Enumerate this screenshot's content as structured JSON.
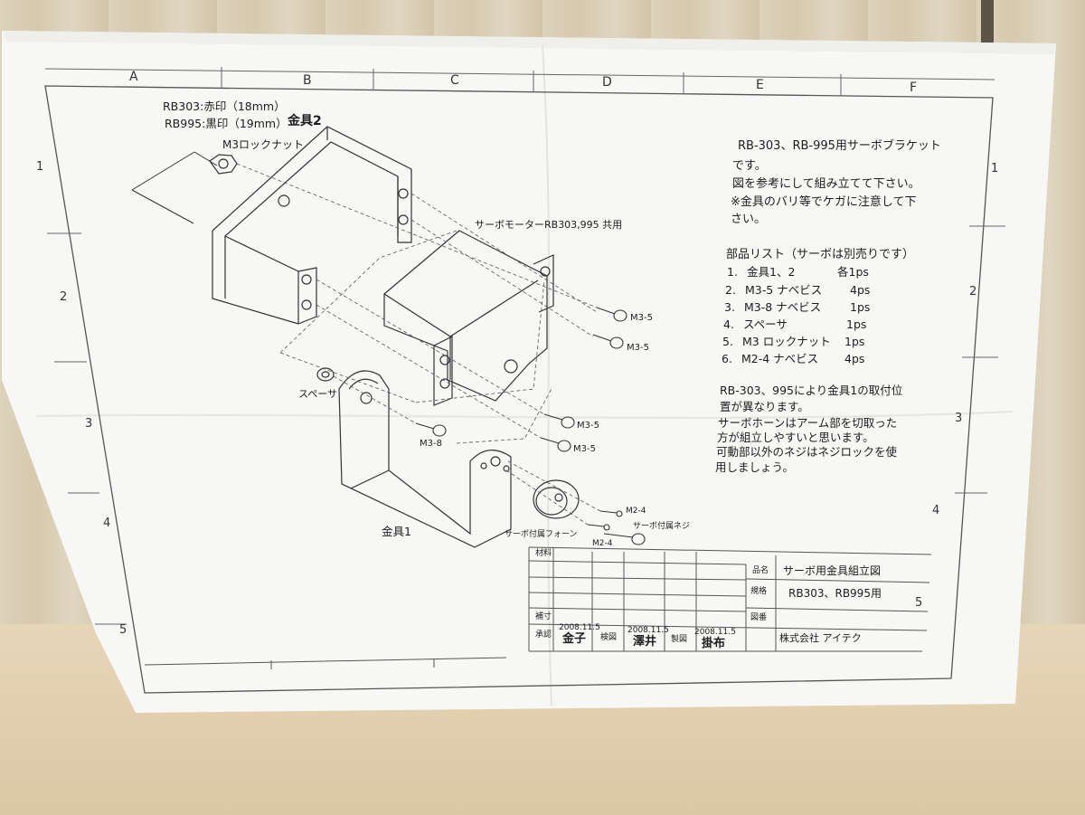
{
  "grid": {
    "columns": [
      "A",
      "B",
      "C",
      "D",
      "E",
      "F"
    ],
    "rows_left": [
      "1",
      "2",
      "3",
      "4",
      "5"
    ],
    "rows_right": [
      "1",
      "2",
      "3",
      "4",
      "5"
    ]
  },
  "drawing": {
    "rb303_mark": "RB303:赤印（18mm）",
    "rb995_mark": "RB995:黒印（19mm）",
    "bracket2": "金具2",
    "locknut": "M3ロックナット",
    "servo_motor": "サーボモーターRB303,995 共用",
    "m3_5": "M3-5",
    "spacer": "スペーサ",
    "m3_8": "M3-8",
    "bracket1": "金具1",
    "m2_4": "M2-4",
    "servo_horn": "サーボ付属フォーン",
    "servo_screw": "サーボ付属ネジ"
  },
  "notes": {
    "intro": [
      "RB-303、RB-995用サーボブラケット",
      "です。",
      "図を参考にして組み立てて下さい。",
      "※金具のバリ等でケガに注意して下",
      "さい。"
    ],
    "parts_header": "部品リスト（サーボは別売りです）",
    "parts": [
      {
        "no": "1.",
        "name": "金具1、2",
        "qty": "各1ps"
      },
      {
        "no": "2.",
        "name": "M3-5 ナベビス",
        "qty": "4ps"
      },
      {
        "no": "3.",
        "name": "M3-8 ナベビス",
        "qty": "1ps"
      },
      {
        "no": "4.",
        "name": "スペーサ",
        "qty": "1ps"
      },
      {
        "no": "5.",
        "name": "M3 ロックナット",
        "qty": "1ps"
      },
      {
        "no": "6.",
        "name": "M2-4 ナベビス",
        "qty": "4ps"
      }
    ],
    "remarks": [
      "RB-303、995により金具1の取付位",
      "置が異なります。",
      "サーボホーンはアーム部を切取った",
      "方が組立しやすいと思います。",
      "可動部以外のネジはネジロックを使",
      "用しましょう。"
    ]
  },
  "title_block": {
    "material_label": "材料",
    "name_label": "品名",
    "name_value": "サーボ用金具組立図",
    "spec_label": "規格",
    "spec_value": "RB303、RB995用",
    "drawing_no_label": "図番",
    "revision_label": "補寸",
    "approve_label": "承認",
    "approve_date": "2008.11.5",
    "approve_name": "金子",
    "check_label": "検図",
    "check_date": "2008.11.5",
    "check_name": "澤井",
    "draw_label": "製図",
    "draw_date": "2008.11.5",
    "draw_name": "掛布",
    "company": "株式会社 アイテク"
  }
}
